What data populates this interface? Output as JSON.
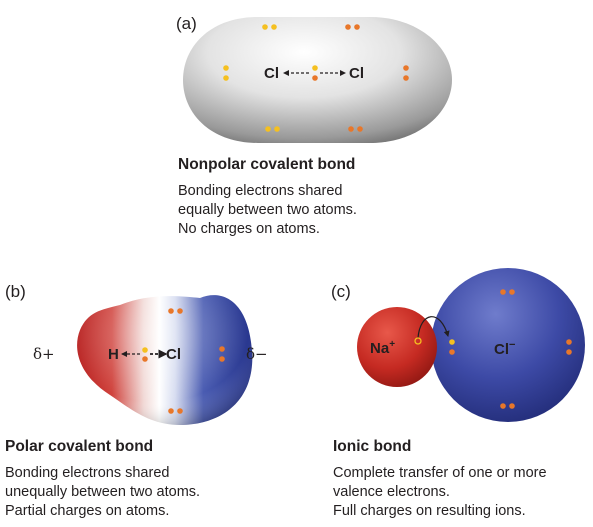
{
  "panels": {
    "a": {
      "label": "(a)",
      "atom_left": "Cl",
      "atom_right": "Cl",
      "heading": "Nonpolar covalent bond",
      "desc_lines": [
        "Bonding electrons shared",
        "equally between two atoms.",
        "No charges on atoms."
      ]
    },
    "b": {
      "label": "(b)",
      "atom_left": "H",
      "atom_right": "Cl",
      "partial_positive": "δ+",
      "partial_negative": "δ−",
      "heading": "Polar covalent bond",
      "desc_lines": [
        "Bonding electrons shared",
        "unequally  between two atoms.",
        "Partial charges on atoms."
      ]
    },
    "c": {
      "label": "(c)",
      "cation": "Na",
      "cation_charge": "+",
      "anion": "Cl",
      "anion_charge": "−",
      "heading": "Ionic bond",
      "desc_lines": [
        "Complete transfer of one or more",
        "valence electrons.",
        "Full charges on resulting ions."
      ]
    }
  },
  "colors": {
    "electron_orange": "#e8772a",
    "electron_yellow": "#f5c020",
    "gray_cloud": "#a9a9a9",
    "polar_red": "#c42a26",
    "polar_blue": "#2d3e98",
    "na_red": "#c92a22",
    "cl_blue": "#3d4aa6"
  }
}
